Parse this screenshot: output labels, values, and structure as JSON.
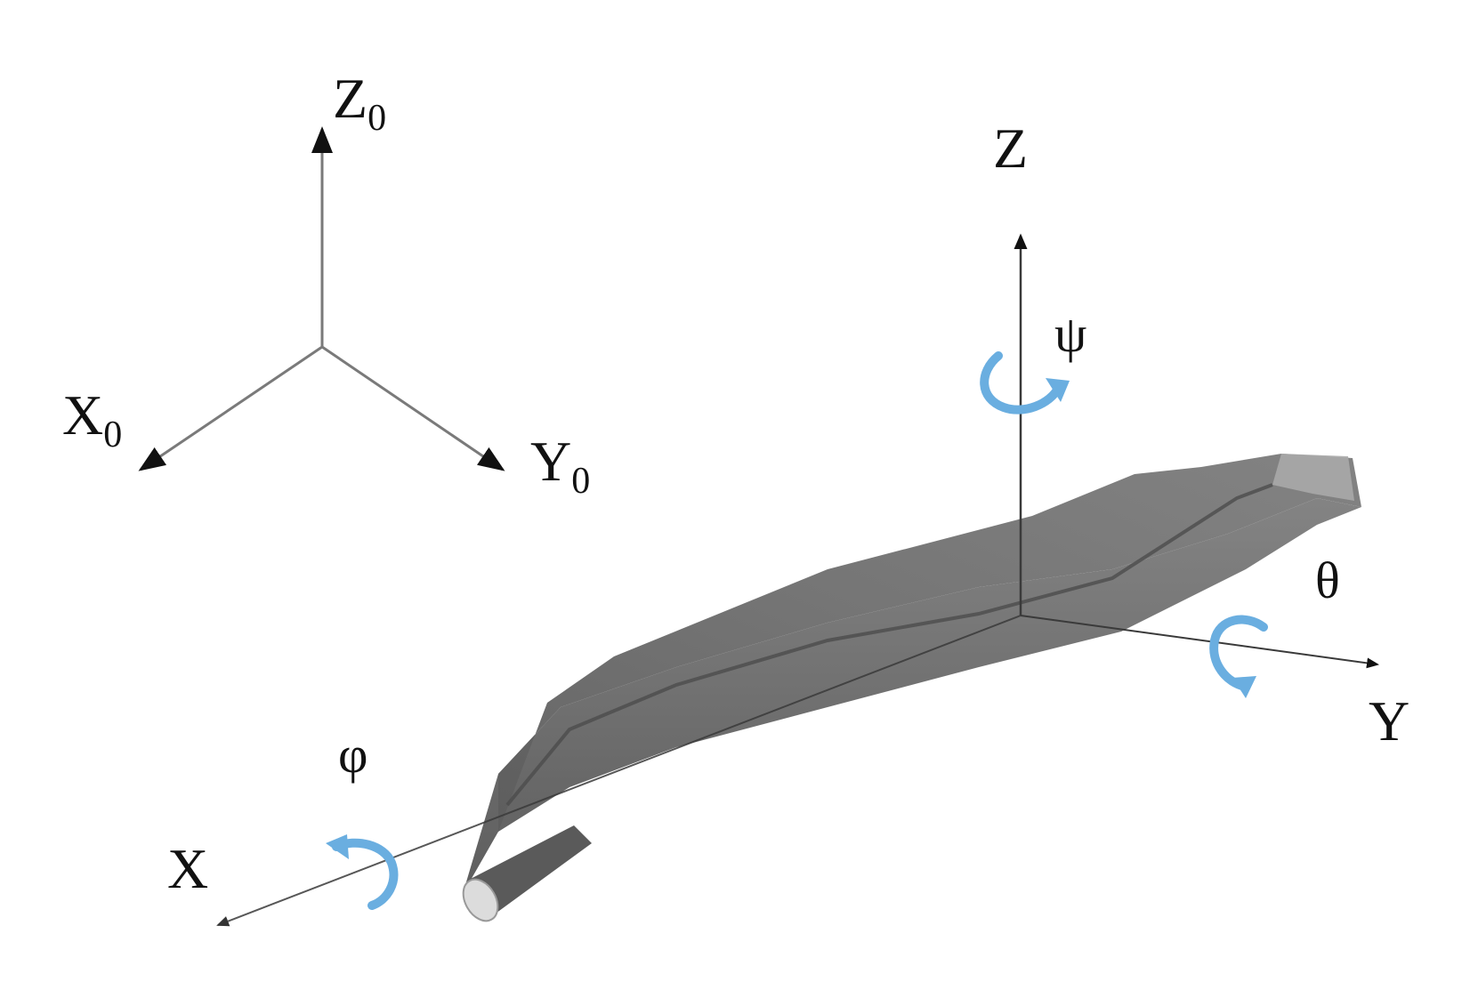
{
  "world_frame": {
    "z_axis": {
      "letter": "Z",
      "subscript": "0"
    },
    "x_axis": {
      "letter": "X",
      "subscript": "0"
    },
    "y_axis": {
      "letter": "Y",
      "subscript": "0"
    }
  },
  "body_frame": {
    "z_axis": {
      "letter": "Z",
      "rotation_symbol": "ψ"
    },
    "y_axis": {
      "letter": "Y",
      "rotation_symbol": "θ"
    },
    "x_axis": {
      "letter": "X",
      "rotation_symbol": "φ"
    }
  },
  "colors": {
    "axis_gray": "#7a7a7a",
    "rotation_arrow": "#6aaee0",
    "hull": "#6b6b6b"
  }
}
